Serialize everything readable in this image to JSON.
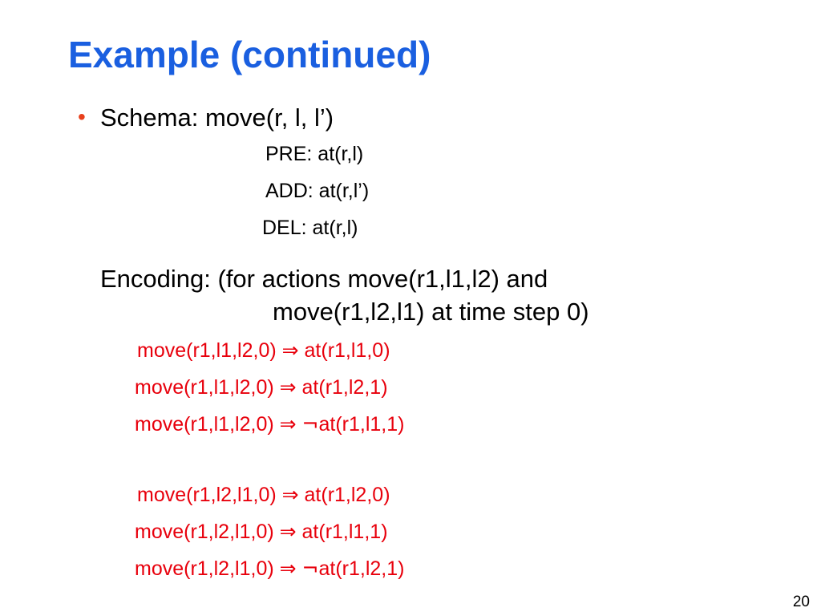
{
  "slide": {
    "title": "Example (continued)",
    "bullet_symbol": "•",
    "schema": {
      "label": "Schema: move(r, l, l’)",
      "pre": "PRE: at(r,l)",
      "add": "ADD: at(r,l’)",
      "del": "DEL: at(r,l)"
    },
    "encoding": {
      "line1": "Encoding: (for actions move(r1,l1,l2) and",
      "line2": "move(r1,l2,l1) at time step 0)"
    },
    "formulas": [
      {
        "lhs": "move(r1,l1,l2,0)",
        "op": "⇒",
        "neg": "",
        "rhs": "at(r1,l1,0)"
      },
      {
        "lhs": "move(r1,l1,l2,0)",
        "op": "⇒",
        "neg": "",
        "rhs": "at(r1,l2,1)"
      },
      {
        "lhs": "move(r1,l1,l2,0)",
        "op": "⇒",
        "neg": "¬",
        "rhs": "at(r1,l1,1)"
      },
      {
        "lhs": "move(r1,l2,l1,0)",
        "op": "⇒",
        "neg": "",
        "rhs": "at(r1,l2,0)"
      },
      {
        "lhs": "move(r1,l2,l1,0)",
        "op": "⇒",
        "neg": "",
        "rhs": "at(r1,l1,1)"
      },
      {
        "lhs": "move(r1,l2,l1,0)",
        "op": "⇒",
        "neg": "¬",
        "rhs": "at(r1,l2,1)"
      }
    ],
    "page_number": "20"
  },
  "colors": {
    "title": "#1a5fe0",
    "bullet": "#e8401c",
    "formula": "#e8000c",
    "text": "#000000",
    "background": "#ffffff"
  }
}
